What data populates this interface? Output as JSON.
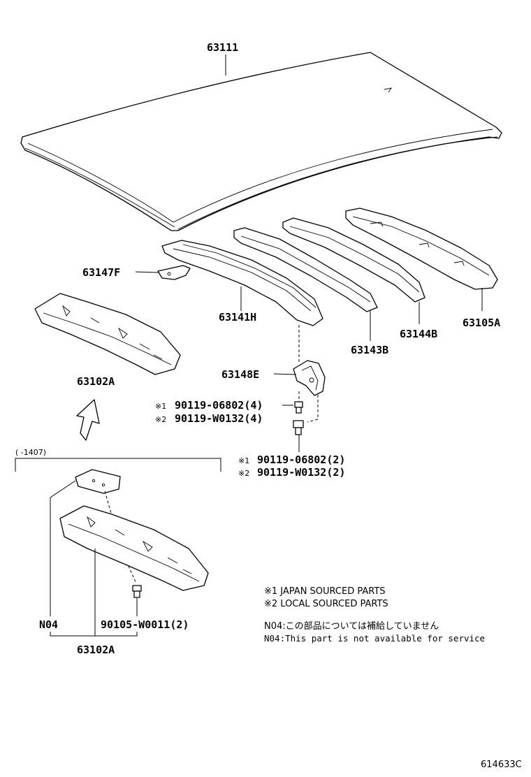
{
  "labels": {
    "p63111": "63111",
    "p63147f": "63147F",
    "p63141h": "63141H",
    "p63143b": "63143B",
    "p63144b": "63144B",
    "p63105a": "63105A",
    "p63102a_top": "63102A",
    "p63148e": "63148E",
    "bolt1_mark": "※1",
    "bolt1_num": "90119-06802(4)",
    "bolt2_mark": "※2",
    "bolt2_num": "90119-W0132(4)",
    "bolt3_mark": "※1",
    "bolt3_num": "90119-06802(2)",
    "bolt4_mark": "※2",
    "bolt4_num": "90119-W0132(2)",
    "range": "(     -1407)",
    "n04": "N04",
    "p90105": "90105-W0011(2)",
    "p63102a_bottom": "63102A"
  },
  "notes": {
    "japan": "※1 JAPAN SOURCED PARTS",
    "local": "※2 LOCAL SOURCED PARTS",
    "n04_jp": "N04:この部品については補給していません",
    "n04_en": "N04:This part is not available for service"
  },
  "figure_code": "614633C"
}
